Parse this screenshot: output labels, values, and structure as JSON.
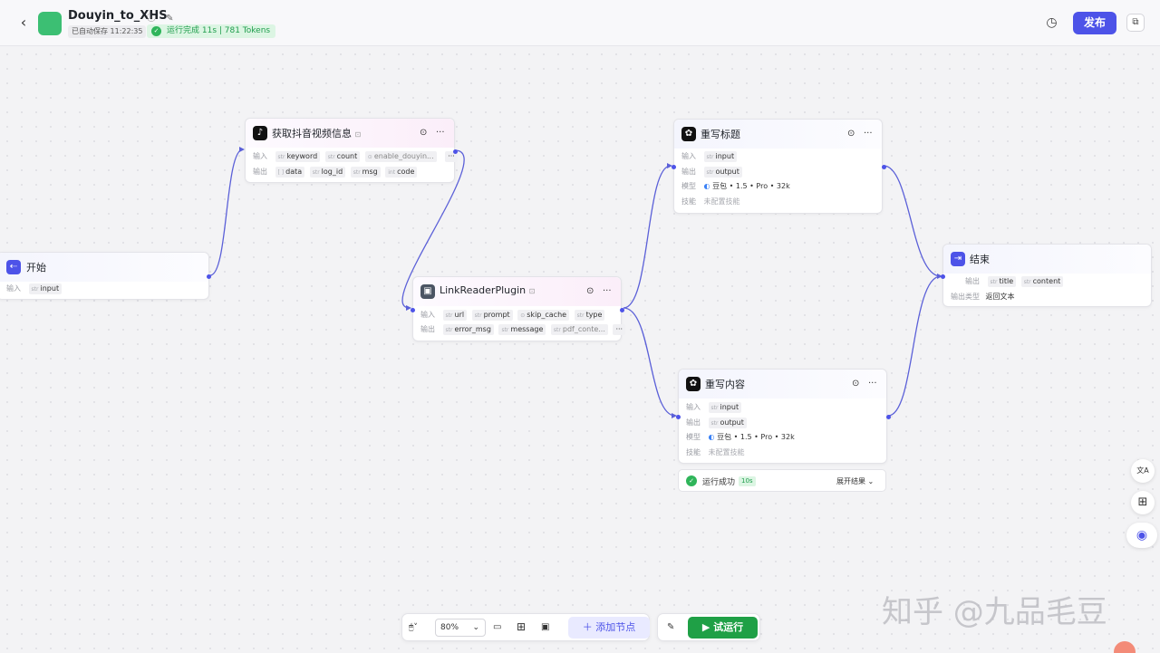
{
  "header": {
    "back_icon": "‹",
    "app_title": "Douyin_to_XHS",
    "title_icons": "ⓘ ✎",
    "autosave": "已自动保存 11:22:35",
    "run_status": "运行完成 11s | 781 Tokens",
    "history_icon": "◷",
    "publish_label": "发布",
    "copy_icon": "⧉"
  },
  "nodes": {
    "start": {
      "title": "开始",
      "input_label": "输入",
      "input_type": "str",
      "input_name": "input"
    },
    "douyin": {
      "title": "获取抖音视频信息",
      "input_label": "输入",
      "inputs": [
        {
          "type": "str",
          "name": "keyword"
        },
        {
          "type": "str",
          "name": "count"
        },
        {
          "type": "⊙",
          "name": "enable_douyin..."
        }
      ],
      "more": "···",
      "output_label": "输出",
      "outputs": [
        {
          "type": "[ ]",
          "name": "data"
        },
        {
          "type": "str",
          "name": "log_id"
        },
        {
          "type": "str",
          "name": "msg"
        },
        {
          "type": "int",
          "name": "code"
        }
      ]
    },
    "linkreader": {
      "title": "LinkReaderPlugin",
      "input_label": "输入",
      "inputs": [
        {
          "type": "str",
          "name": "url"
        },
        {
          "type": "str",
          "name": "prompt"
        },
        {
          "type": "⊙",
          "name": "skip_cache"
        },
        {
          "type": "str",
          "name": "type"
        }
      ],
      "output_label": "输出",
      "outputs": [
        {
          "type": "str",
          "name": "error_msg"
        },
        {
          "type": "str",
          "name": "message"
        },
        {
          "type": "str",
          "name": "pdf_conte..."
        }
      ],
      "more": "···"
    },
    "rewrite_title": {
      "title": "重写标题",
      "input_label": "输入",
      "input_type": "str",
      "input_name": "input",
      "output_label": "输出",
      "output_type": "str",
      "output_name": "output",
      "model_label": "模型",
      "model": "豆包 • 1.5 • Pro • 32k",
      "skill_label": "技能",
      "skill": "未配置技能"
    },
    "rewrite_content": {
      "title": "重写内容",
      "input_label": "输入",
      "input_type": "str",
      "input_name": "input",
      "output_label": "输出",
      "output_type": "str",
      "output_name": "output",
      "model_label": "模型",
      "model": "豆包 • 1.5 • Pro • 32k",
      "skill_label": "技能",
      "skill": "未配置技能"
    },
    "end": {
      "title": "结束",
      "output_label": "输出",
      "outputs": [
        {
          "type": "str",
          "name": "title"
        },
        {
          "type": "str",
          "name": "content"
        }
      ],
      "output_type_label": "输出类型",
      "output_type_value": "返回文本"
    }
  },
  "result_bar": {
    "status": "运行成功",
    "time": "10s",
    "expand": "展开结果 ⌄"
  },
  "side": {
    "translate_icon": "文A",
    "apps_icon": "⊞",
    "bot_icon": "◉"
  },
  "toolbar": {
    "mouse_icon": "🖱˅",
    "zoom": "80%",
    "zoom_caret": "⌄",
    "comment_icon": "▭",
    "layout_icon": "⊞",
    "minimap_icon": "▣",
    "add_node": "＋  添加节点",
    "debug_icon": "✎",
    "trial_run": "▶  试运行"
  },
  "watermark": "知乎 @九品毛豆",
  "colors": {
    "accent": "#4d53e8",
    "success": "#2fb55a",
    "run_button": "#1fa046"
  }
}
